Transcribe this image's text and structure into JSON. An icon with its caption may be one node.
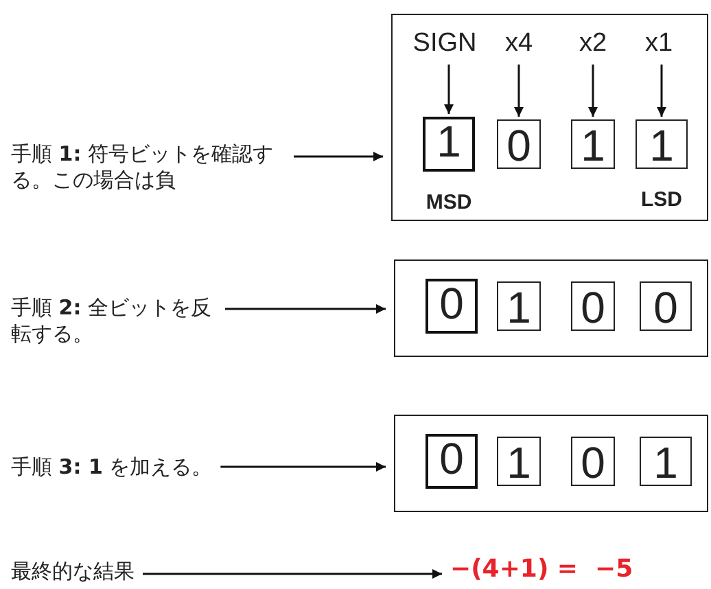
{
  "diagram": {
    "nodes": [
      {
        "text": [
          "手順 **1:** 符号ビットを確認する。この場合は負"
        ]
      },
      {
        "text": [],
        "shape": "box"
      },
      {
        "text": [
          "SIGN"
        ],
        "in": 1
      },
      {
        "text": [
          "x4"
        ],
        "in": 1
      },
      {
        "text": [
          "x2"
        ],
        "in": 1
      },
      {
        "text": [
          "x1"
        ],
        "in": 1
      },
      {
        "text": [
          "1"
        ],
        "in": 1,
        "beside": [
          "MSD"
        ]
      },
      {
        "text": [
          "0"
        ],
        "in": 1
      },
      {
        "text": [
          "1"
        ],
        "in": 1
      },
      {
        "text": [
          "1"
        ],
        "in": 1,
        "beside": [
          "LSD"
        ]
      },
      {
        "text": [
          "手順 **2:** 全ビットを反転する。"
        ]
      },
      {
        "text": [],
        "shape": "box"
      },
      {
        "text": [
          "0"
        ],
        "in": 11
      },
      {
        "text": [
          "1"
        ],
        "in": 11
      },
      {
        "text": [
          "0"
        ],
        "in": 11
      },
      {
        "text": [
          "0"
        ],
        "in": 11
      },
      {
        "text": [
          "手順 **3: 1** を加える。"
        ]
      },
      {
        "text": [],
        "shape": "box"
      },
      {
        "text": [
          "0"
        ],
        "in": 17
      },
      {
        "text": [
          "1"
        ],
        "in": 17
      },
      {
        "text": [
          "0"
        ],
        "in": 17
      },
      {
        "text": [
          "1"
        ],
        "in": 17
      },
      {
        "text": [
          "最終的な結果"
        ]
      },
      {
        "text": [
          "−(4+1) =  −5"
        ]
      }
    ],
    "edges": [
      {
        "from": 0,
        "to": 1,
        "arrow": "to"
      },
      {
        "from": 2,
        "to": 6,
        "arrow": "to"
      },
      {
        "from": 3,
        "to": 7,
        "arrow": "to"
      },
      {
        "from": 4,
        "to": 8,
        "arrow": "to"
      },
      {
        "from": 5,
        "to": 9,
        "arrow": "to"
      },
      {
        "from": 10,
        "to": 11,
        "arrow": "to"
      },
      {
        "from": 16,
        "to": 17,
        "arrow": "to"
      },
      {
        "from": 22,
        "to": 23,
        "arrow": "to"
      }
    ]
  }
}
